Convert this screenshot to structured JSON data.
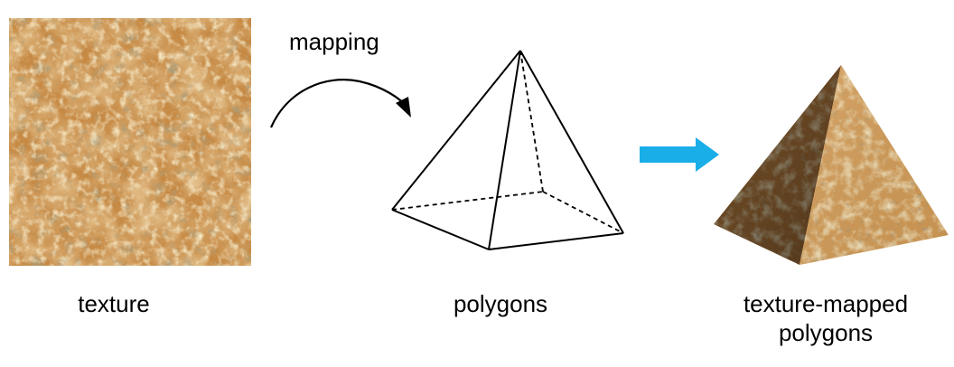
{
  "labels": {
    "mapping": "mapping",
    "texture": "texture",
    "polygons": "polygons",
    "texture_mapped_line1": "texture-mapped",
    "texture_mapped_line2": "polygons"
  },
  "colors": {
    "background": "#ffffff",
    "stroke": "#000000",
    "arrow_blue": "#1aaee8",
    "texture_base": "#c68a45",
    "texture_light": "#e9c787",
    "texture_dark": "#7a5a2c",
    "texture_green": "#8c8a5a"
  },
  "icons": {
    "mapping_arrow": "curved-arrow-icon",
    "transform_arrow": "right-arrow-icon"
  }
}
